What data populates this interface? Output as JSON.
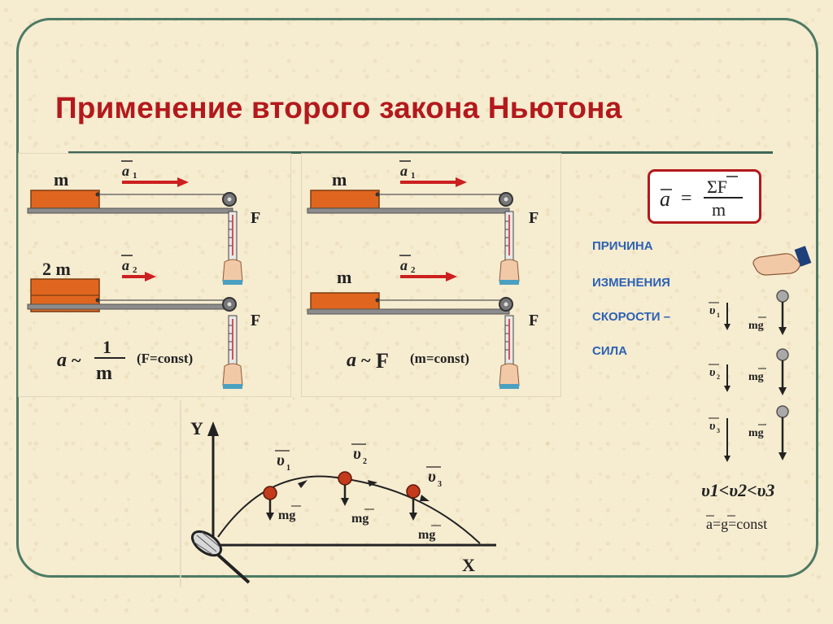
{
  "slide": {
    "title": "Применение второго закона Ньютона"
  },
  "experiments": {
    "left": {
      "top": {
        "mass": "m",
        "accel": "a",
        "accel_sub": "1",
        "force": "F"
      },
      "bottom": {
        "mass": "2 m",
        "accel": "a",
        "accel_sub": "2",
        "force": "F"
      },
      "relation": {
        "lhs": "a",
        "tilde": "~",
        "num": "1",
        "den": "m",
        "condition": "(F=const)"
      }
    },
    "right": {
      "top": {
        "mass": "m",
        "accel": "a",
        "accel_sub": "1",
        "force": "F"
      },
      "bottom": {
        "mass": "m",
        "accel": "a",
        "accel_sub": "2",
        "force": "F"
      },
      "relation": {
        "lhs": "a",
        "tilde": "~",
        "rhs": "F",
        "condition": "(m=const)"
      }
    }
  },
  "formula": {
    "lhs": "a",
    "eq": "=",
    "num": "ΣF",
    "den": "m"
  },
  "cause_text": [
    "ПРИЧИНА",
    "ИЗМЕНЕНИЯ",
    "СКОРОСТИ –",
    "СИЛА"
  ],
  "falling": {
    "items": [
      {
        "v": "υ",
        "sub": "1",
        "force": "mg"
      },
      {
        "v": "υ",
        "sub": "2",
        "force": "mg"
      },
      {
        "v": "υ",
        "sub": "3",
        "force": "mg"
      }
    ],
    "inequality": "υ1<υ2<υ3",
    "constant": "a=g=const"
  },
  "trajectory": {
    "y_axis": "Y",
    "x_axis": "X",
    "points": [
      {
        "v": "υ",
        "sub": "1",
        "force": "mg"
      },
      {
        "v": "υ",
        "sub": "2",
        "force": "mg"
      },
      {
        "v": "υ",
        "sub": "3",
        "force": "mg"
      }
    ]
  },
  "colors": {
    "title": "#b3191c",
    "cause_text": "#2d62b4",
    "frame": "#4d7a64",
    "block": "#e0661f",
    "arrow": "#cc1f1f",
    "ball": "#c43a1c"
  }
}
